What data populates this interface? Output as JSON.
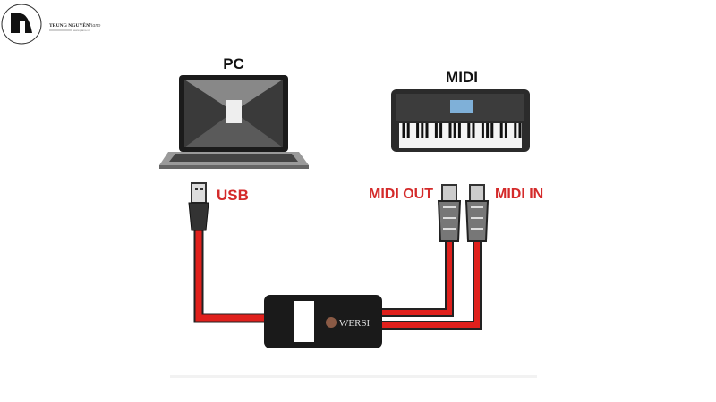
{
  "logo": {
    "brand": "TRUNG NGUYÊN",
    "script": "Piano",
    "tagline": "www.piano.vn"
  },
  "labels": {
    "pc": "PC",
    "midi": "MIDI",
    "usb": "USB",
    "midi_out": "MIDI OUT",
    "midi_in": "MIDI IN"
  },
  "interface": {
    "brand": "WERSI"
  },
  "colors": {
    "cable": "#e0201c",
    "label_red": "#d42a2a",
    "box": "#1a1a1a"
  }
}
